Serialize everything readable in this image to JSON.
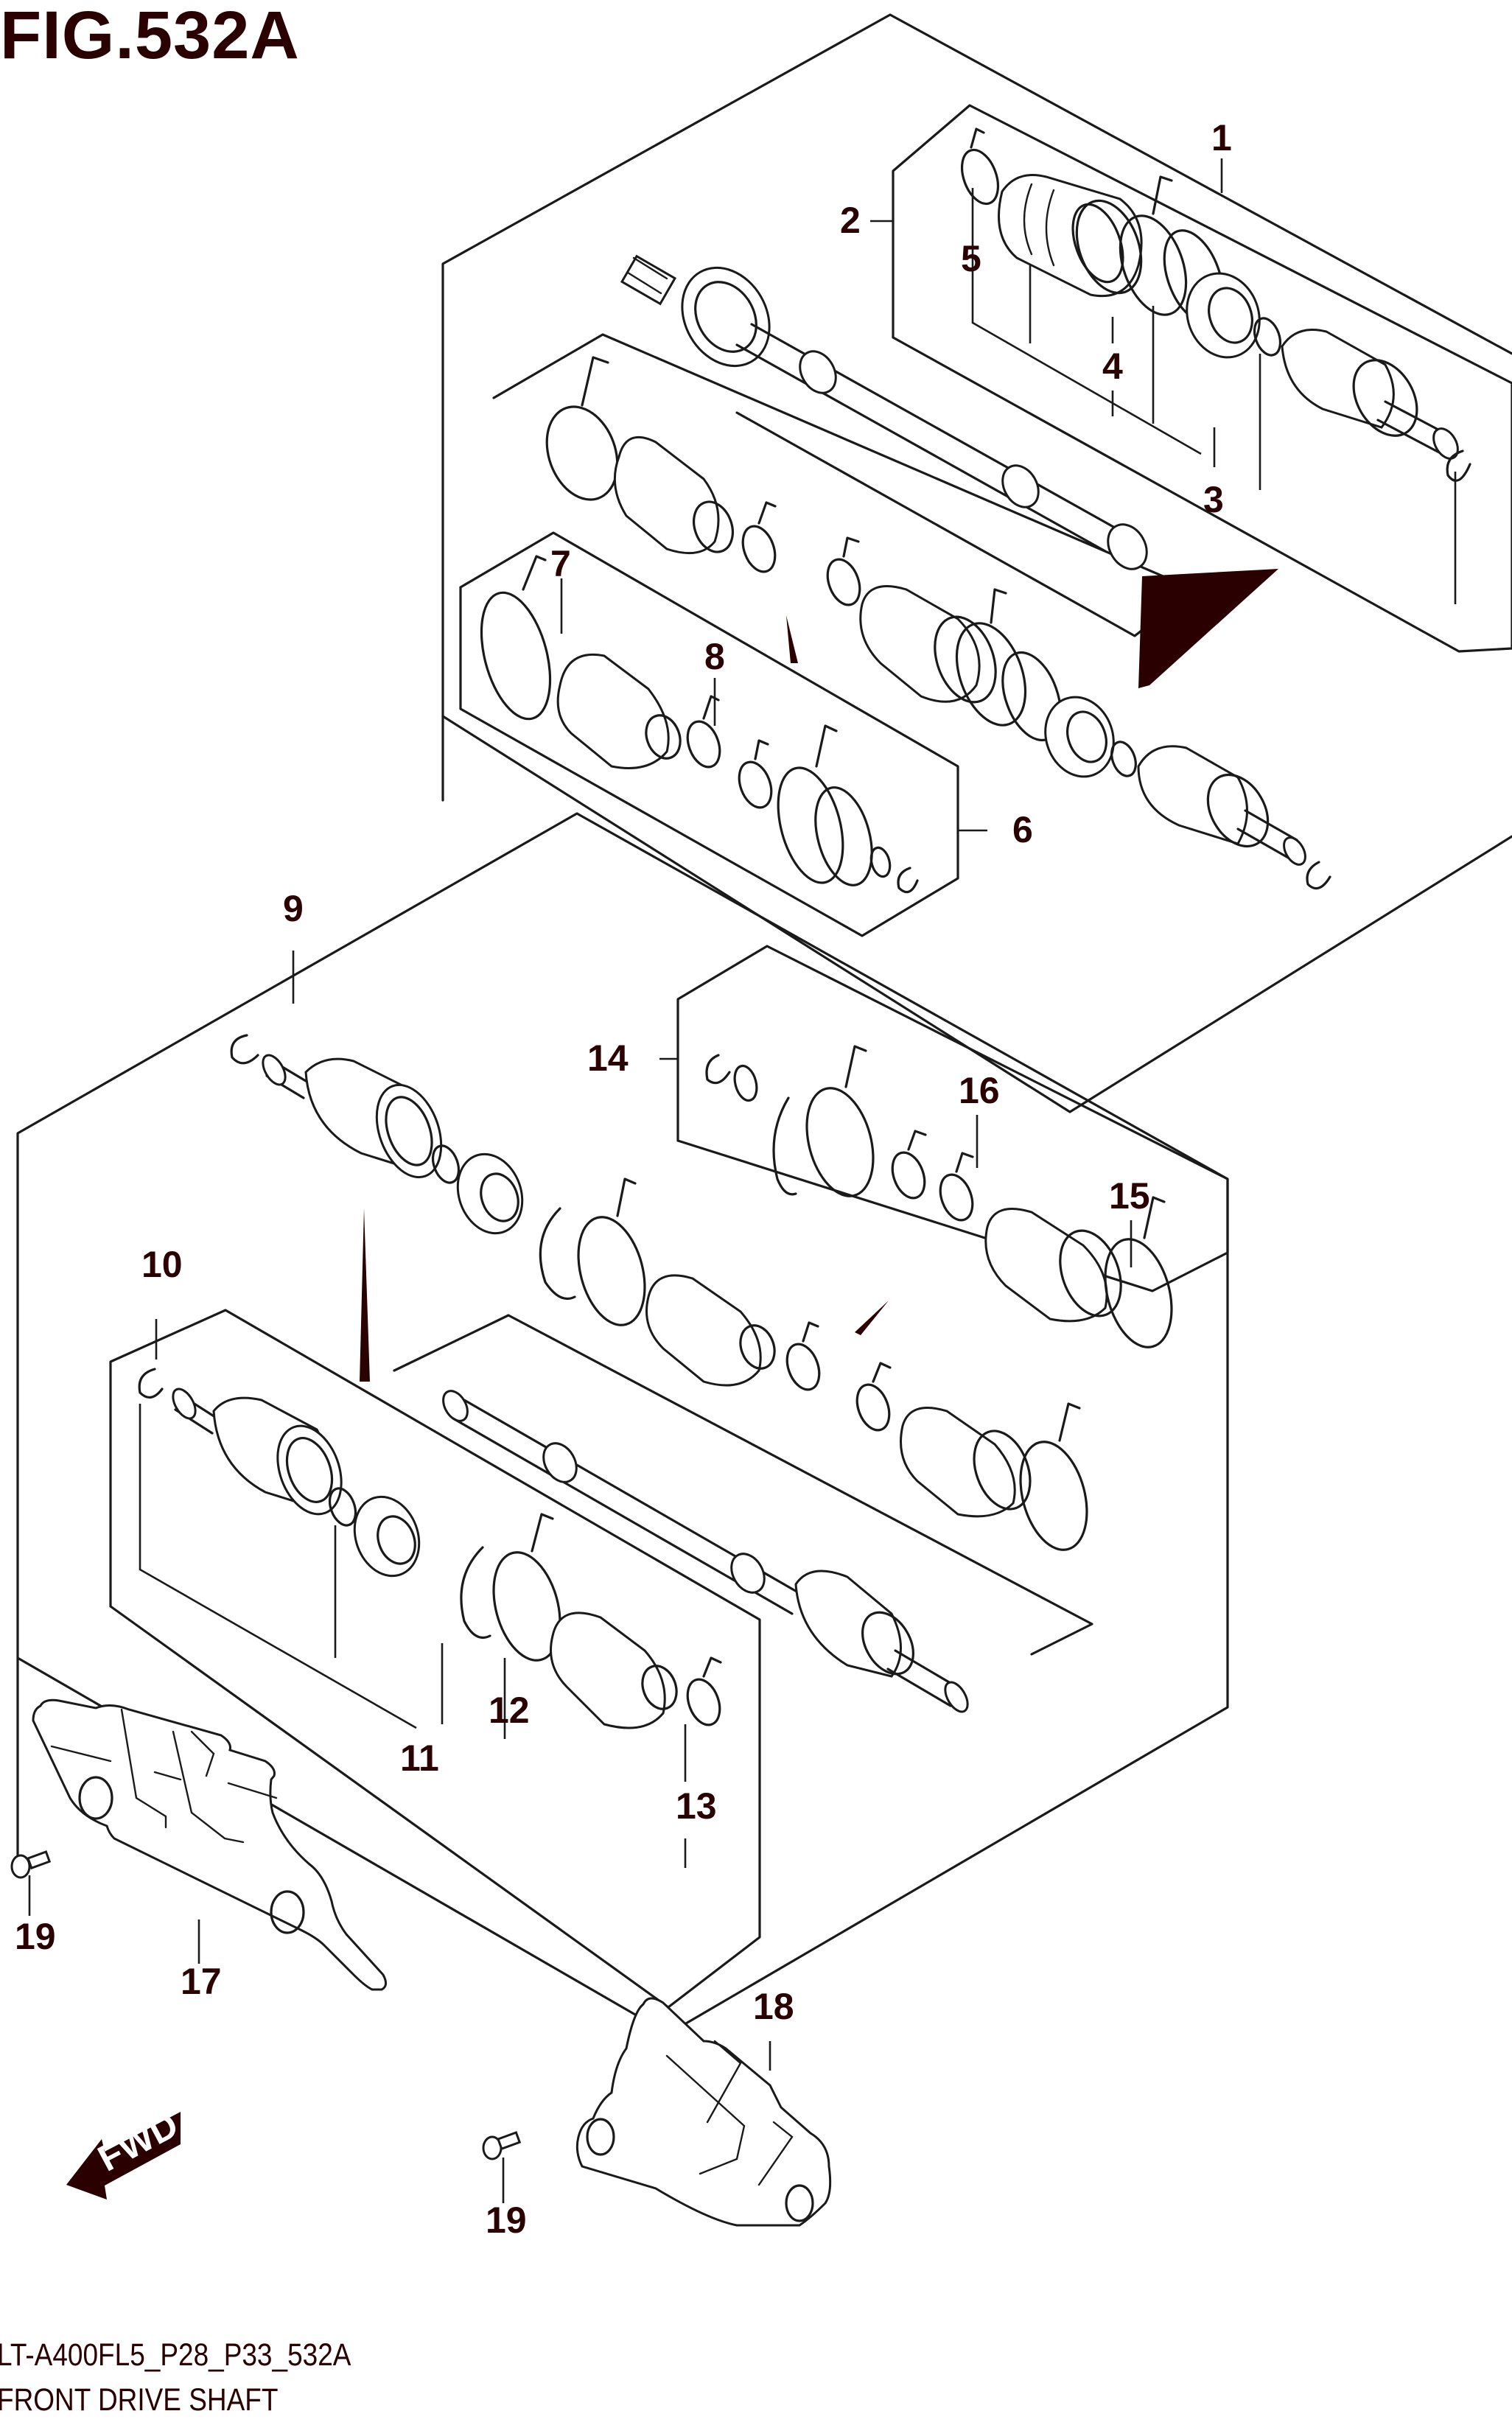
{
  "figure": {
    "title": "FIG.532A",
    "model_code": "LT-A400FL5_P28_P33_532A",
    "section_title": "FRONT DRIVE SHAFT"
  },
  "direction_marker": {
    "label": "FWD",
    "icon": "forward-arrow-icon"
  },
  "colors": {
    "text": "#2a0000",
    "line": "#1a1a1a",
    "background": "#ffffff"
  },
  "callouts": [
    {
      "ref": "1"
    },
    {
      "ref": "2"
    },
    {
      "ref": "3"
    },
    {
      "ref": "4"
    },
    {
      "ref": "5"
    },
    {
      "ref": "6"
    },
    {
      "ref": "7"
    },
    {
      "ref": "8"
    },
    {
      "ref": "9"
    },
    {
      "ref": "10"
    },
    {
      "ref": "11"
    },
    {
      "ref": "12"
    },
    {
      "ref": "13"
    },
    {
      "ref": "14"
    },
    {
      "ref": "15"
    },
    {
      "ref": "16"
    },
    {
      "ref": "17"
    },
    {
      "ref": "18"
    },
    {
      "ref": "19"
    },
    {
      "ref": "19"
    }
  ]
}
